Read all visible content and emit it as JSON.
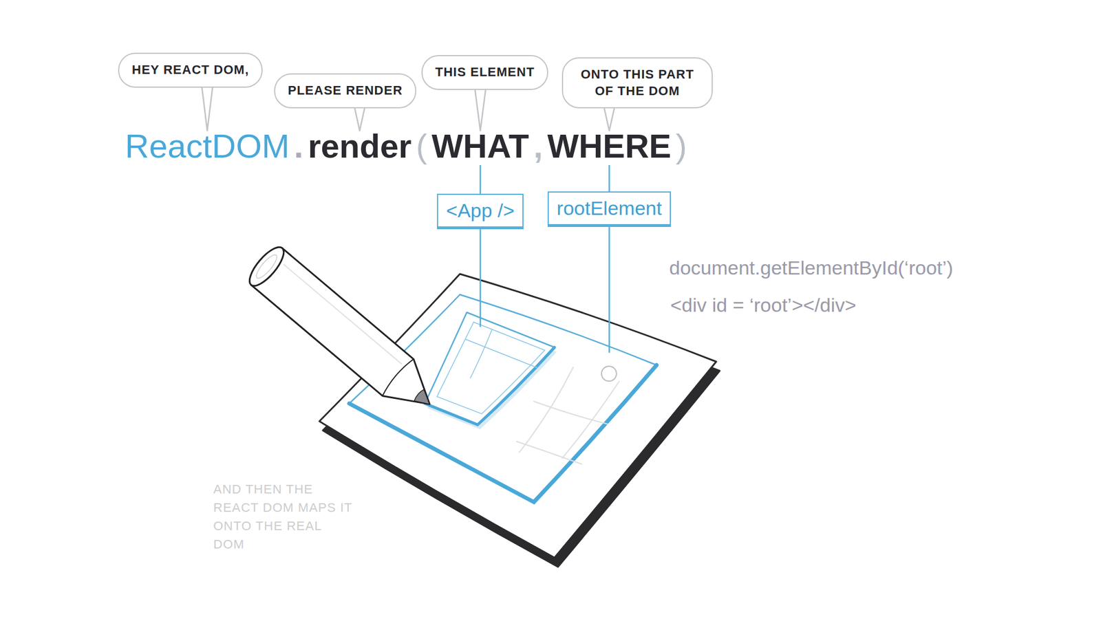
{
  "diagram": {
    "nodes": [
      {
        "text": [
          "HEY REACT DOM,"
        ]
      },
      {
        "text": [
          "PLEASE RENDER"
        ]
      },
      {
        "text": [
          "THIS ELEMENT"
        ]
      },
      {
        "text": [
          "ONTO THIS PART OF THE DOM"
        ]
      },
      {
        "text": [
          "<App />"
        ]
      },
      {
        "text": [
          "rootElement"
        ]
      }
    ],
    "labels": [
      "ReactDOM",
      ".",
      "render",
      "(",
      "WHAT",
      ",",
      "WHERE",
      ")",
      "document.getElementById(‘root’)",
      "<div id = ‘root’></div>",
      "AND THEN THE REACT DOM MAPS IT ONTO THE REAL DOM"
    ]
  }
}
